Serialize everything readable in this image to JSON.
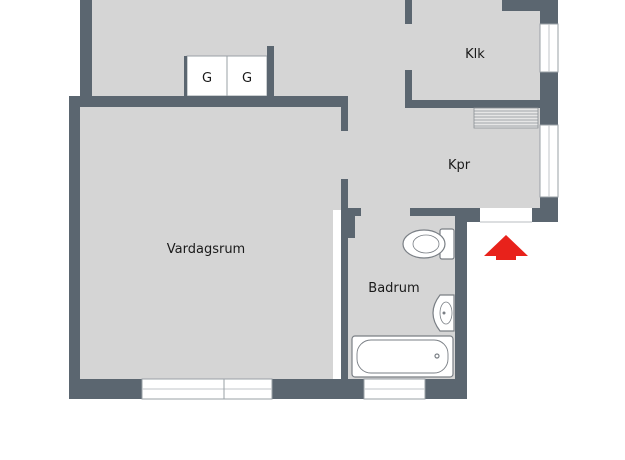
{
  "rooms": {
    "klk": "Klk",
    "kpr": "Kpr",
    "vardagsrum": "Vardagsrum",
    "badrum": "Badrum"
  },
  "fixtures": {
    "closet_left": "G",
    "closet_right": "G"
  },
  "icons": {
    "entrance": "red-arrow-up-icon"
  },
  "colors": {
    "wall": "#5b6670",
    "floor": "#d5d5d5",
    "background": "#ffffff",
    "entrance_arrow": "#e8221b"
  }
}
